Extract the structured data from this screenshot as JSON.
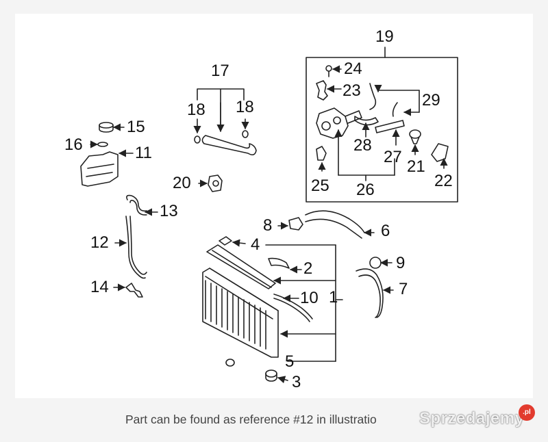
{
  "diagram": {
    "callouts": [
      {
        "id": "1",
        "text": "1"
      },
      {
        "id": "2",
        "text": "2"
      },
      {
        "id": "3",
        "text": "3"
      },
      {
        "id": "4",
        "text": "4"
      },
      {
        "id": "5",
        "text": "5"
      },
      {
        "id": "6",
        "text": "6"
      },
      {
        "id": "7",
        "text": "7"
      },
      {
        "id": "8",
        "text": "8"
      },
      {
        "id": "9",
        "text": "9"
      },
      {
        "id": "10",
        "text": "10"
      },
      {
        "id": "11",
        "text": "11"
      },
      {
        "id": "12",
        "text": "12"
      },
      {
        "id": "13",
        "text": "13"
      },
      {
        "id": "14",
        "text": "14"
      },
      {
        "id": "15",
        "text": "15"
      },
      {
        "id": "16",
        "text": "16"
      },
      {
        "id": "17",
        "text": "17"
      },
      {
        "id": "18a",
        "text": "18"
      },
      {
        "id": "18b",
        "text": "18"
      },
      {
        "id": "19",
        "text": "19"
      },
      {
        "id": "20",
        "text": "20"
      },
      {
        "id": "21",
        "text": "21"
      },
      {
        "id": "22",
        "text": "22"
      },
      {
        "id": "23",
        "text": "23"
      },
      {
        "id": "24",
        "text": "24"
      },
      {
        "id": "25",
        "text": "25"
      },
      {
        "id": "26",
        "text": "26"
      },
      {
        "id": "27",
        "text": "27"
      },
      {
        "id": "28",
        "text": "28"
      },
      {
        "id": "29",
        "text": "29"
      }
    ]
  },
  "caption": "Part can be found as reference #12 in illustratio",
  "watermark": {
    "text": "Sprzedajemy",
    "badge": ".pl"
  },
  "colors": {
    "line": "#222222",
    "panel": "#ffffff",
    "background": "#f4f4f4",
    "badge": "#e23b2e"
  }
}
